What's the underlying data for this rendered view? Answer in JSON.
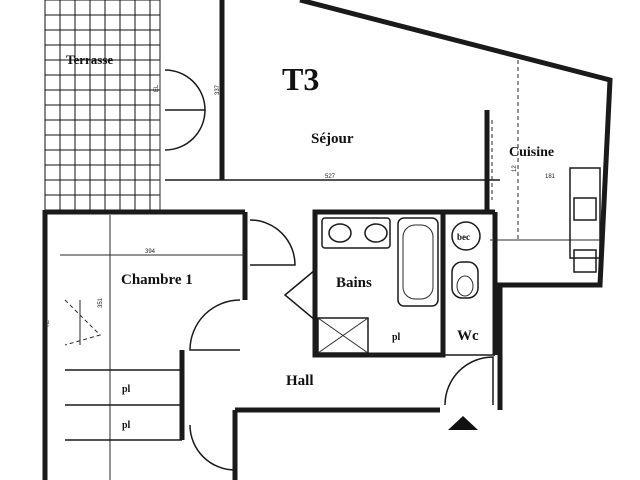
{
  "plan": {
    "title": "T3",
    "rooms": {
      "terrasse": "Terrasse",
      "sejour": "Séjour",
      "cuisine": "Cuisine",
      "chambre": "Chambre 1",
      "bains": "Bains",
      "wc": "Wc",
      "hall": "Hall",
      "placard_bains": "pl",
      "placard_1": "pl",
      "placard_2": "pl",
      "ballon": "bec"
    },
    "dimensions": {
      "sejour_width": "527",
      "cuisine_width": "181",
      "chambre_width": "394",
      "chambre_depth": "351",
      "sejour_depth": "337",
      "terrasse_depth": "EL",
      "left_mark": "YE",
      "cuisine_depth": "12"
    }
  }
}
